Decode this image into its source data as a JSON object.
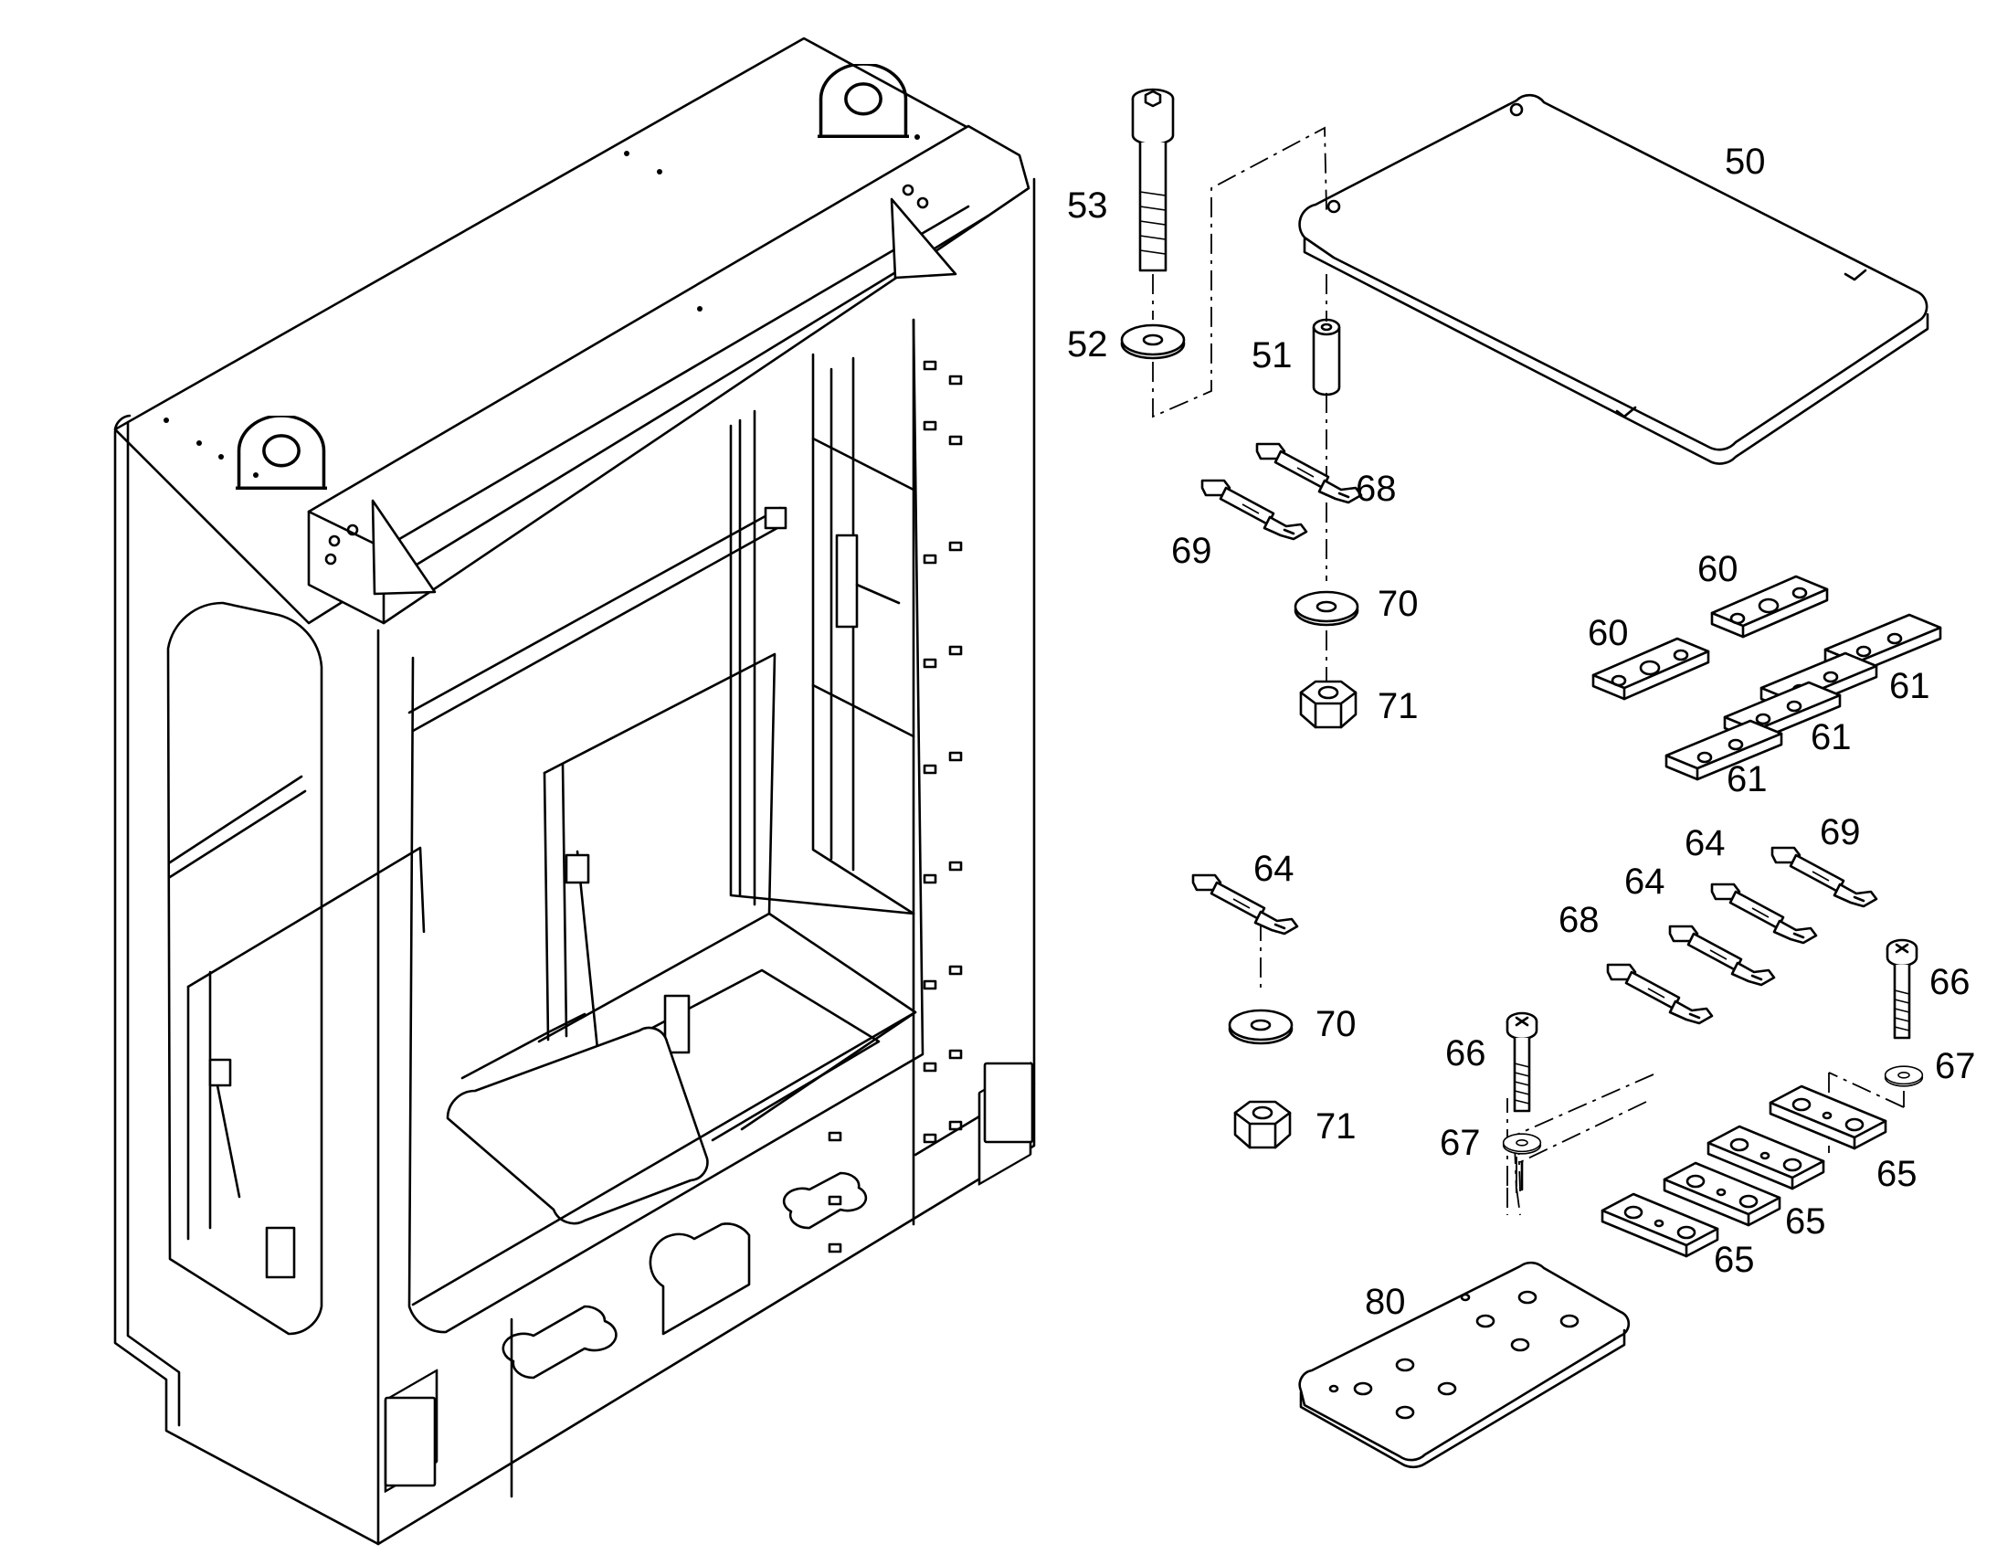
{
  "labels": {
    "p50": "50",
    "p51": "51",
    "p52": "52",
    "p53": "53",
    "p60a": "60",
    "p60b": "60",
    "p61a": "61",
    "p61b": "61",
    "p61c": "61",
    "p64a": "64",
    "p64b": "64",
    "p64c": "64",
    "p65a": "65",
    "p65b": "65",
    "p65c": "65",
    "p66a": "66",
    "p66b": "66",
    "p67a": "67",
    "p67b": "67",
    "p68a": "68",
    "p68b": "68",
    "p69a": "69",
    "p69b": "69",
    "p70a": "70",
    "p70b": "70",
    "p71a": "71",
    "p71b": "71",
    "p80": "80"
  }
}
